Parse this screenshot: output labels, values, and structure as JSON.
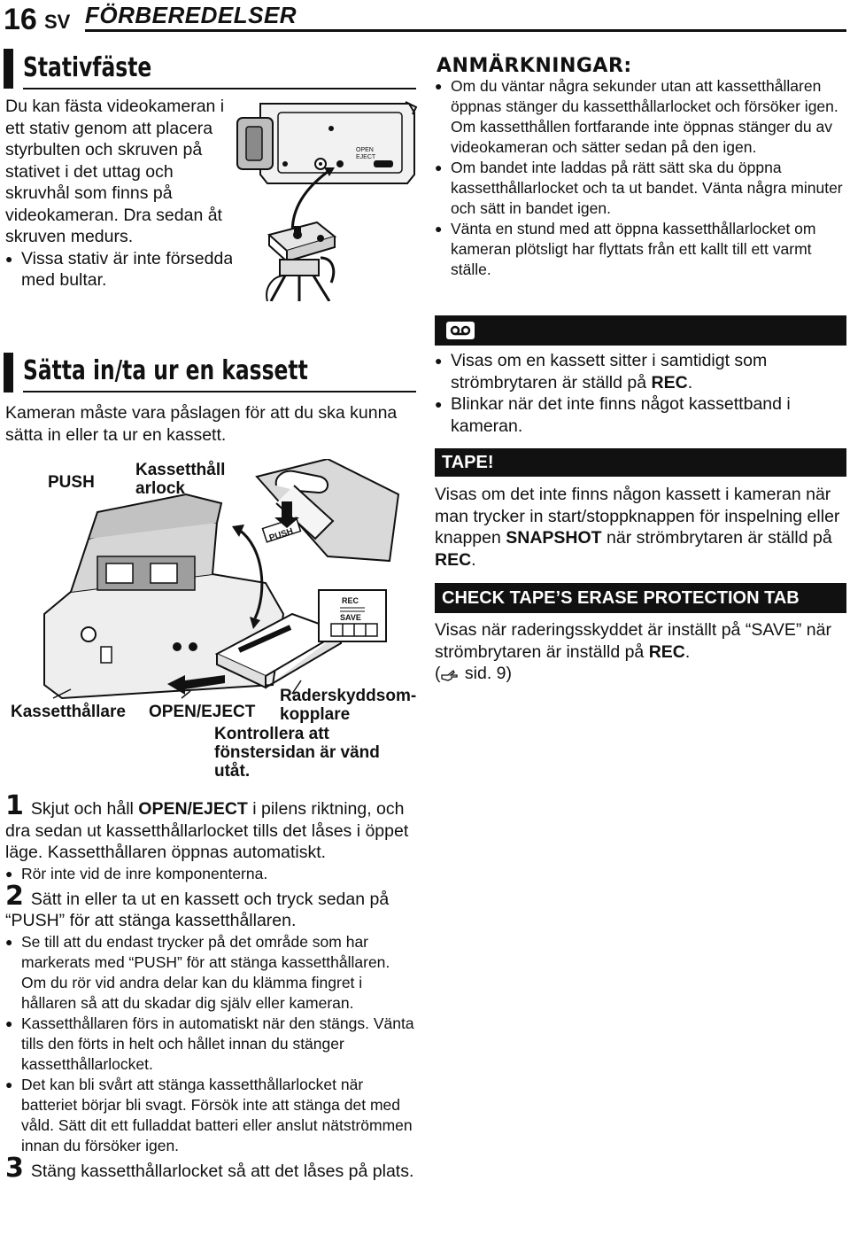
{
  "header": {
    "page_number": "16",
    "language": "SV",
    "section": "FÖRBEREDELSER"
  },
  "stativ": {
    "title": "Stativfäste",
    "body": "Du kan fästa videokameran i ett stativ genom att placera styrbulten och skruven på stativet i det uttag och skruvhål som finns på videokameran. Dra sedan åt skruven medurs.",
    "bullet": "Vissa stativ är inte försedda med bultar."
  },
  "kassett": {
    "title": "Sätta in/ta ur en kassett",
    "intro": "Kameran måste vara påslagen för att du ska kunna sätta in eller ta ur en kassett."
  },
  "diagram_labels": {
    "push": "PUSH",
    "kassetthallarlock": "Kassetthåll arlock",
    "kassetthallare": "Kassetthållare",
    "open_eject": "OPEN/EJECT",
    "raderskydd": "Raderskyddsom- kopplare",
    "kontrollera": "Kontrollera att fönstersidan är vänd utåt.",
    "push_tag": "PUSH",
    "rec": "REC",
    "save": "SAVE",
    "open_small": "OPEN",
    "eject_small": "EJECT"
  },
  "steps": [
    {
      "number": "1",
      "text_a": "Skjut och håll ",
      "text_bold": "OPEN/EJECT",
      "text_b": " i pilens riktning, och dra sedan ut kassetthållarlocket tills det låses i öppet läge. Kassetthållaren öppnas automatiskt.",
      "bullets": [
        "Rör inte vid de inre komponenterna."
      ]
    },
    {
      "number": "2",
      "text": "Sätt in eller ta ut en kassett och tryck sedan på “PUSH” för att stänga kassetthållaren.",
      "bullets": [
        "Se till att du endast trycker på det område som har markerats med “PUSH” för att stänga kassetthållaren. Om du rör vid andra delar kan du klämma fingret i hållaren så att du skadar dig själv eller kameran.",
        "Kassetthållaren förs in automatiskt när den stängs. Vänta tills den förts in helt och hållet innan du stänger kassetthållarlocket.",
        "Det kan bli svårt att stänga kassetthållarlocket när batteriet börjar bli svagt. Försök inte att stänga det med våld. Sätt dit ett fulladdat batteri eller anslut nätströmmen innan du försöker igen."
      ]
    },
    {
      "number": "3",
      "text": "Stäng kassetthållarlocket så att det låses på plats."
    }
  ],
  "notes": {
    "heading": "ANMÄRKNINGAR:",
    "bullets": [
      "Om du väntar några sekunder utan att kassetthållaren öppnas stänger du kassetthållarlocket och försöker igen. Om kassetthållen fortfarande inte öppnas stänger du av videokameran och sätter sedan på den igen.",
      "Om bandet inte laddas på rätt sätt ska du öppna kassetthållarlocket och ta ut bandet. Vänta några minuter och sätt in bandet igen.",
      "Vänta en stund med att öppna kassetthållarlocket om kameran plötsligt har flyttats från ett kallt till ett varmt ställe."
    ]
  },
  "cassette_indicator": {
    "icon": "cassette-icon",
    "b1_text": "Visas om en kassett sitter i samtidigt som strömbrytaren är ställd på ",
    "b1_bold": "REC",
    "b1_end": ".",
    "b2": "Blinkar när det inte finns något kassettband i kameran."
  },
  "tape": {
    "label": "TAPE!",
    "text_a": "Visas om det inte finns någon kassett i kameran när man trycker in start/stoppknappen för inspelning eller knappen ",
    "bold1": "SNAPSHOT",
    "text_b": " när strömbrytaren är ställd på ",
    "bold2": "REC",
    "text_c": "."
  },
  "check_tape": {
    "label": "CHECK TAPE’S ERASE PROTECTION TAB",
    "text_a": "Visas när raderingsskyddet är inställt på “SAVE” när strömbrytaren är inställd på ",
    "bold": "REC",
    "text_b": ".",
    "ref_open": "(",
    "ref_icon": "pointing-hand-icon",
    "ref_text": " sid. 9)"
  }
}
